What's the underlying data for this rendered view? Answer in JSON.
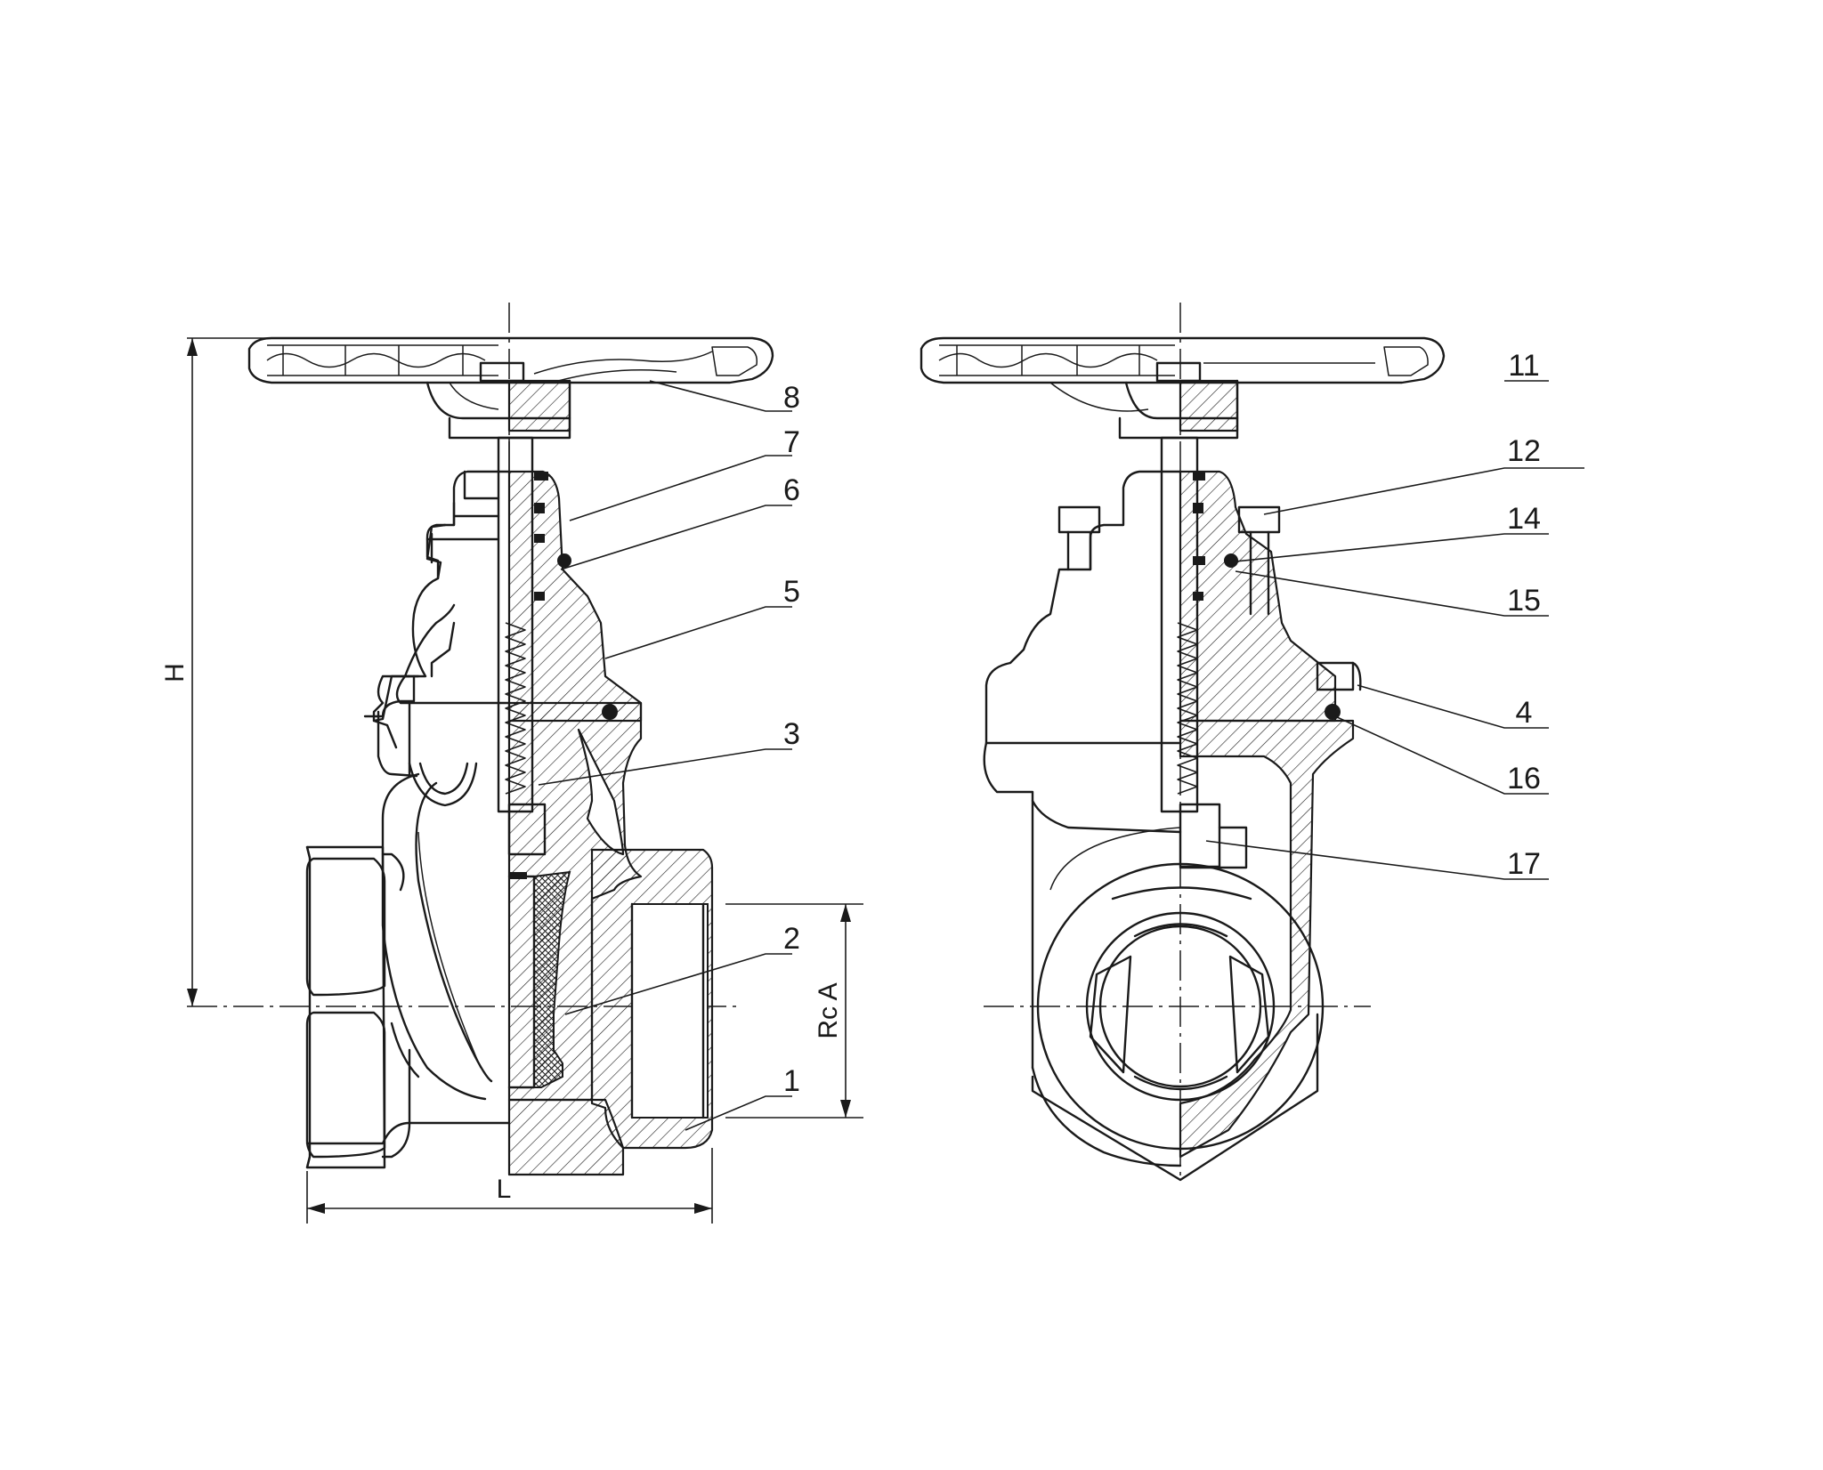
{
  "dimensions": {
    "height_label": "H",
    "length_label": "L",
    "thread_label": "Rc A"
  },
  "part_labels": [
    {
      "id": "8",
      "text": "8"
    },
    {
      "id": "7",
      "text": "7"
    },
    {
      "id": "6",
      "text": "6"
    },
    {
      "id": "5",
      "text": "5"
    },
    {
      "id": "3",
      "text": "3"
    },
    {
      "id": "2",
      "text": "2"
    },
    {
      "id": "1",
      "text": "1"
    },
    {
      "id": "11",
      "text": "11"
    },
    {
      "id": "12",
      "text": "12"
    },
    {
      "id": "14",
      "text": "14"
    },
    {
      "id": "15",
      "text": "15"
    },
    {
      "id": "4",
      "text": "4"
    },
    {
      "id": "16",
      "text": "16"
    },
    {
      "id": "17",
      "text": "17"
    }
  ]
}
